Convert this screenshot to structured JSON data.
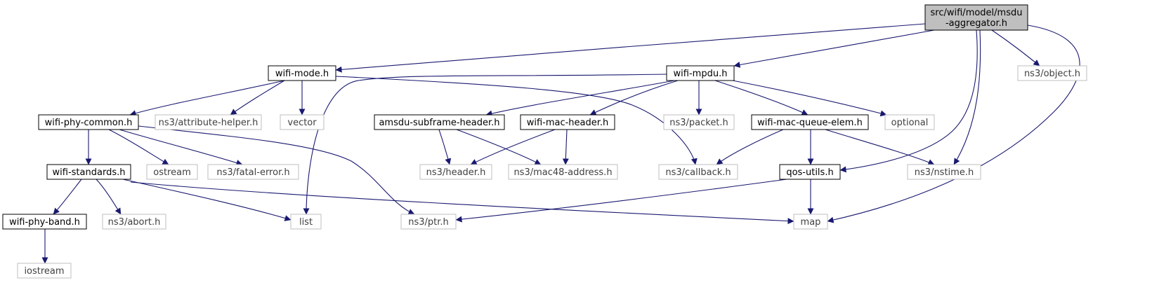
{
  "graph": {
    "colors": {
      "edge": "#191970",
      "root_fill": "#bfbfbf",
      "box_fill": "#ffffff",
      "project_stroke": "#000000",
      "external_stroke": "#bfbfbf",
      "project_text": "#000000",
      "external_text": "#404040"
    },
    "nodes": [
      {
        "id": "root",
        "lines": [
          "src/wifi/model/msdu",
          "-aggregator.h"
        ],
        "kind": "root"
      },
      {
        "id": "wifi-mode",
        "lines": [
          "wifi-mode.h"
        ],
        "kind": "project"
      },
      {
        "id": "wifi-mpdu",
        "lines": [
          "wifi-mpdu.h"
        ],
        "kind": "project"
      },
      {
        "id": "object",
        "lines": [
          "ns3/object.h"
        ],
        "kind": "external"
      },
      {
        "id": "wifi-phy-common",
        "lines": [
          "wifi-phy-common.h"
        ],
        "kind": "project"
      },
      {
        "id": "attribute-helper",
        "lines": [
          "ns3/attribute-helper.h"
        ],
        "kind": "external"
      },
      {
        "id": "vector",
        "lines": [
          "vector"
        ],
        "kind": "external"
      },
      {
        "id": "amsdu-subframe-header",
        "lines": [
          "amsdu-subframe-header.h"
        ],
        "kind": "project"
      },
      {
        "id": "wifi-mac-header",
        "lines": [
          "wifi-mac-header.h"
        ],
        "kind": "project"
      },
      {
        "id": "packet",
        "lines": [
          "ns3/packet.h"
        ],
        "kind": "external"
      },
      {
        "id": "wifi-mac-queue-elem",
        "lines": [
          "wifi-mac-queue-elem.h"
        ],
        "kind": "project"
      },
      {
        "id": "optional",
        "lines": [
          "optional"
        ],
        "kind": "external"
      },
      {
        "id": "wifi-standards",
        "lines": [
          "wifi-standards.h"
        ],
        "kind": "project"
      },
      {
        "id": "ostream",
        "lines": [
          "ostream"
        ],
        "kind": "external"
      },
      {
        "id": "fatal-error",
        "lines": [
          "ns3/fatal-error.h"
        ],
        "kind": "external"
      },
      {
        "id": "header",
        "lines": [
          "ns3/header.h"
        ],
        "kind": "external"
      },
      {
        "id": "mac48-address",
        "lines": [
          "ns3/mac48-address.h"
        ],
        "kind": "external"
      },
      {
        "id": "callback",
        "lines": [
          "ns3/callback.h"
        ],
        "kind": "external"
      },
      {
        "id": "qos-utils",
        "lines": [
          "qos-utils.h"
        ],
        "kind": "project"
      },
      {
        "id": "nstime",
        "lines": [
          "ns3/nstime.h"
        ],
        "kind": "external"
      },
      {
        "id": "wifi-phy-band",
        "lines": [
          "wifi-phy-band.h"
        ],
        "kind": "project"
      },
      {
        "id": "abort",
        "lines": [
          "ns3/abort.h"
        ],
        "kind": "external"
      },
      {
        "id": "list",
        "lines": [
          "list"
        ],
        "kind": "external"
      },
      {
        "id": "ptr",
        "lines": [
          "ns3/ptr.h"
        ],
        "kind": "external"
      },
      {
        "id": "map",
        "lines": [
          "map"
        ],
        "kind": "external"
      },
      {
        "id": "iostream",
        "lines": [
          "iostream"
        ],
        "kind": "external"
      }
    ],
    "edges": [
      {
        "from": "root",
        "to": "wifi-mode"
      },
      {
        "from": "root",
        "to": "wifi-mpdu"
      },
      {
        "from": "root",
        "to": "object"
      },
      {
        "from": "root",
        "to": "qos-utils"
      },
      {
        "from": "root",
        "to": "nstime"
      },
      {
        "from": "root",
        "to": "map"
      },
      {
        "from": "wifi-mode",
        "to": "wifi-phy-common"
      },
      {
        "from": "wifi-mode",
        "to": "attribute-helper"
      },
      {
        "from": "wifi-mode",
        "to": "vector"
      },
      {
        "from": "wifi-mode",
        "to": "callback"
      },
      {
        "from": "wifi-mpdu",
        "to": "amsdu-subframe-header"
      },
      {
        "from": "wifi-mpdu",
        "to": "wifi-mac-header"
      },
      {
        "from": "wifi-mpdu",
        "to": "packet"
      },
      {
        "from": "wifi-mpdu",
        "to": "wifi-mac-queue-elem"
      },
      {
        "from": "wifi-mpdu",
        "to": "optional"
      },
      {
        "from": "wifi-mpdu",
        "to": "list"
      },
      {
        "from": "wifi-phy-common",
        "to": "wifi-standards"
      },
      {
        "from": "wifi-phy-common",
        "to": "ostream"
      },
      {
        "from": "wifi-phy-common",
        "to": "fatal-error"
      },
      {
        "from": "wifi-phy-common",
        "to": "ptr"
      },
      {
        "from": "amsdu-subframe-header",
        "to": "header"
      },
      {
        "from": "amsdu-subframe-header",
        "to": "mac48-address"
      },
      {
        "from": "wifi-mac-header",
        "to": "header"
      },
      {
        "from": "wifi-mac-header",
        "to": "mac48-address"
      },
      {
        "from": "wifi-mac-queue-elem",
        "to": "callback"
      },
      {
        "from": "wifi-mac-queue-elem",
        "to": "qos-utils"
      },
      {
        "from": "wifi-mac-queue-elem",
        "to": "nstime"
      },
      {
        "from": "wifi-standards",
        "to": "wifi-phy-band"
      },
      {
        "from": "wifi-standards",
        "to": "abort"
      },
      {
        "from": "wifi-standards",
        "to": "list"
      },
      {
        "from": "wifi-standards",
        "to": "map"
      },
      {
        "from": "qos-utils",
        "to": "ptr"
      },
      {
        "from": "qos-utils",
        "to": "map"
      },
      {
        "from": "wifi-phy-band",
        "to": "iostream"
      }
    ]
  }
}
